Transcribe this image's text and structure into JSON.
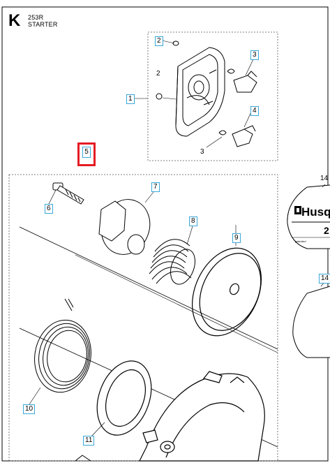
{
  "header": {
    "section_letter": "K",
    "model": "253R",
    "title": "STARTER"
  },
  "callouts": {
    "c1": "1",
    "c2a": "2",
    "c2b": "2",
    "c3a": "3",
    "c3b": "3",
    "c4": "4",
    "c5": "5",
    "c6": "6",
    "c7": "7",
    "c8": "8",
    "c9": "9",
    "c10": "10",
    "c11": "11",
    "c14a": "14",
    "c14b": "14"
  },
  "decal": {
    "brand": "Husq",
    "number": "2",
    "small_text": "patented"
  },
  "colors": {
    "callout_border": "#3aa7d8",
    "highlight": "#e51c24"
  }
}
